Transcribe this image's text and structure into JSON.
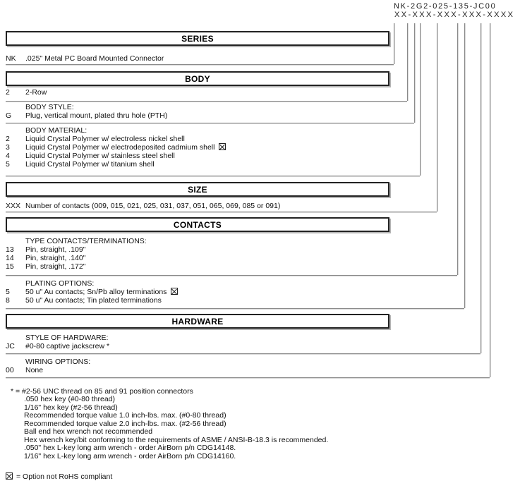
{
  "part_number": {
    "example": "NK-2G2-025-135-JC00",
    "mask": "XX-XXX-XXX-XXX-XXXX"
  },
  "sections": [
    {
      "header": "SERIES",
      "groups": [
        {
          "rows": [
            {
              "code": "NK",
              "desc": ".025\" Metal PC Board Mounted Connector"
            }
          ]
        }
      ]
    },
    {
      "header": "BODY",
      "groups": [
        {
          "rows": [
            {
              "code": "2",
              "desc": "2-Row"
            }
          ]
        },
        {
          "label": "BODY STYLE:",
          "rows": [
            {
              "code": "G",
              "desc": "Plug, vertical mount, plated thru hole (PTH)"
            }
          ]
        },
        {
          "label": "BODY MATERIAL:",
          "rows": [
            {
              "code": "2",
              "desc": "Liquid Crystal Polymer w/ electroless nickel shell"
            },
            {
              "code": "3",
              "desc": "Liquid Crystal Polymer w/ electrodeposited cadmium shell",
              "not_rohs": true
            },
            {
              "code": "4",
              "desc": "Liquid Crystal Polymer w/ stainless steel shell"
            },
            {
              "code": "5",
              "desc": "Liquid Crystal Polymer w/ titanium shell"
            }
          ]
        }
      ]
    },
    {
      "header": "SIZE",
      "groups": [
        {
          "rows": [
            {
              "code": "XXX",
              "desc": "Number of contacts (009, 015, 021, 025, 031, 037, 051, 065, 069, 085 or 091)"
            }
          ]
        }
      ]
    },
    {
      "header": "CONTACTS",
      "groups": [
        {
          "label": "TYPE CONTACTS/TERMINATIONS:",
          "rows": [
            {
              "code": "13",
              "desc": "Pin, straight, .109\""
            },
            {
              "code": "14",
              "desc": "Pin, straight, .140\""
            },
            {
              "code": "15",
              "desc": "Pin, straight, .172\""
            }
          ]
        },
        {
          "label": "PLATING OPTIONS:",
          "rows": [
            {
              "code": "5",
              "desc": "50 u\" Au contacts; Sn/Pb alloy terminations",
              "not_rohs": true
            },
            {
              "code": "8",
              "desc": "50 u\" Au contacts; Tin plated terminations"
            }
          ]
        }
      ]
    },
    {
      "header": "HARDWARE",
      "groups": [
        {
          "label": "STYLE OF HARDWARE:",
          "rows": [
            {
              "code": "JC",
              "desc": "#0-80 captive jackscrew *"
            }
          ]
        },
        {
          "label": "WIRING OPTIONS:",
          "rows": [
            {
              "code": "00",
              "desc": "None"
            }
          ]
        }
      ]
    }
  ],
  "footnotes": [
    "* = #2-56 UNC thread on 85 and 91 position connectors",
    ".050 hex key (#0-80 thread)",
    "1/16\" hex key (#2-56 thread)",
    "Recommended torque value 1.0 inch-lbs. max. (#0-80 thread)",
    "Recommended torque value 2.0 inch-lbs. max. (#2-56 thread)",
    "Ball end hex wrench not recommended",
    "Hex wrench key/bit conforming to the requirements of ASME / ANSI-B-18.3 is recommended.",
    ".050\" hex L-key long arm wrench - order AirBorn p/n CDG14148.",
    "1/16\" hex L-key long arm wrench - order AirBorn p/n CDG14160."
  ],
  "legend": {
    "not_rohs_meaning": "= Option not RoHS compliant"
  },
  "colors": {
    "text": "#111111",
    "line": "#8a8a8a",
    "box_border": "#222222"
  }
}
